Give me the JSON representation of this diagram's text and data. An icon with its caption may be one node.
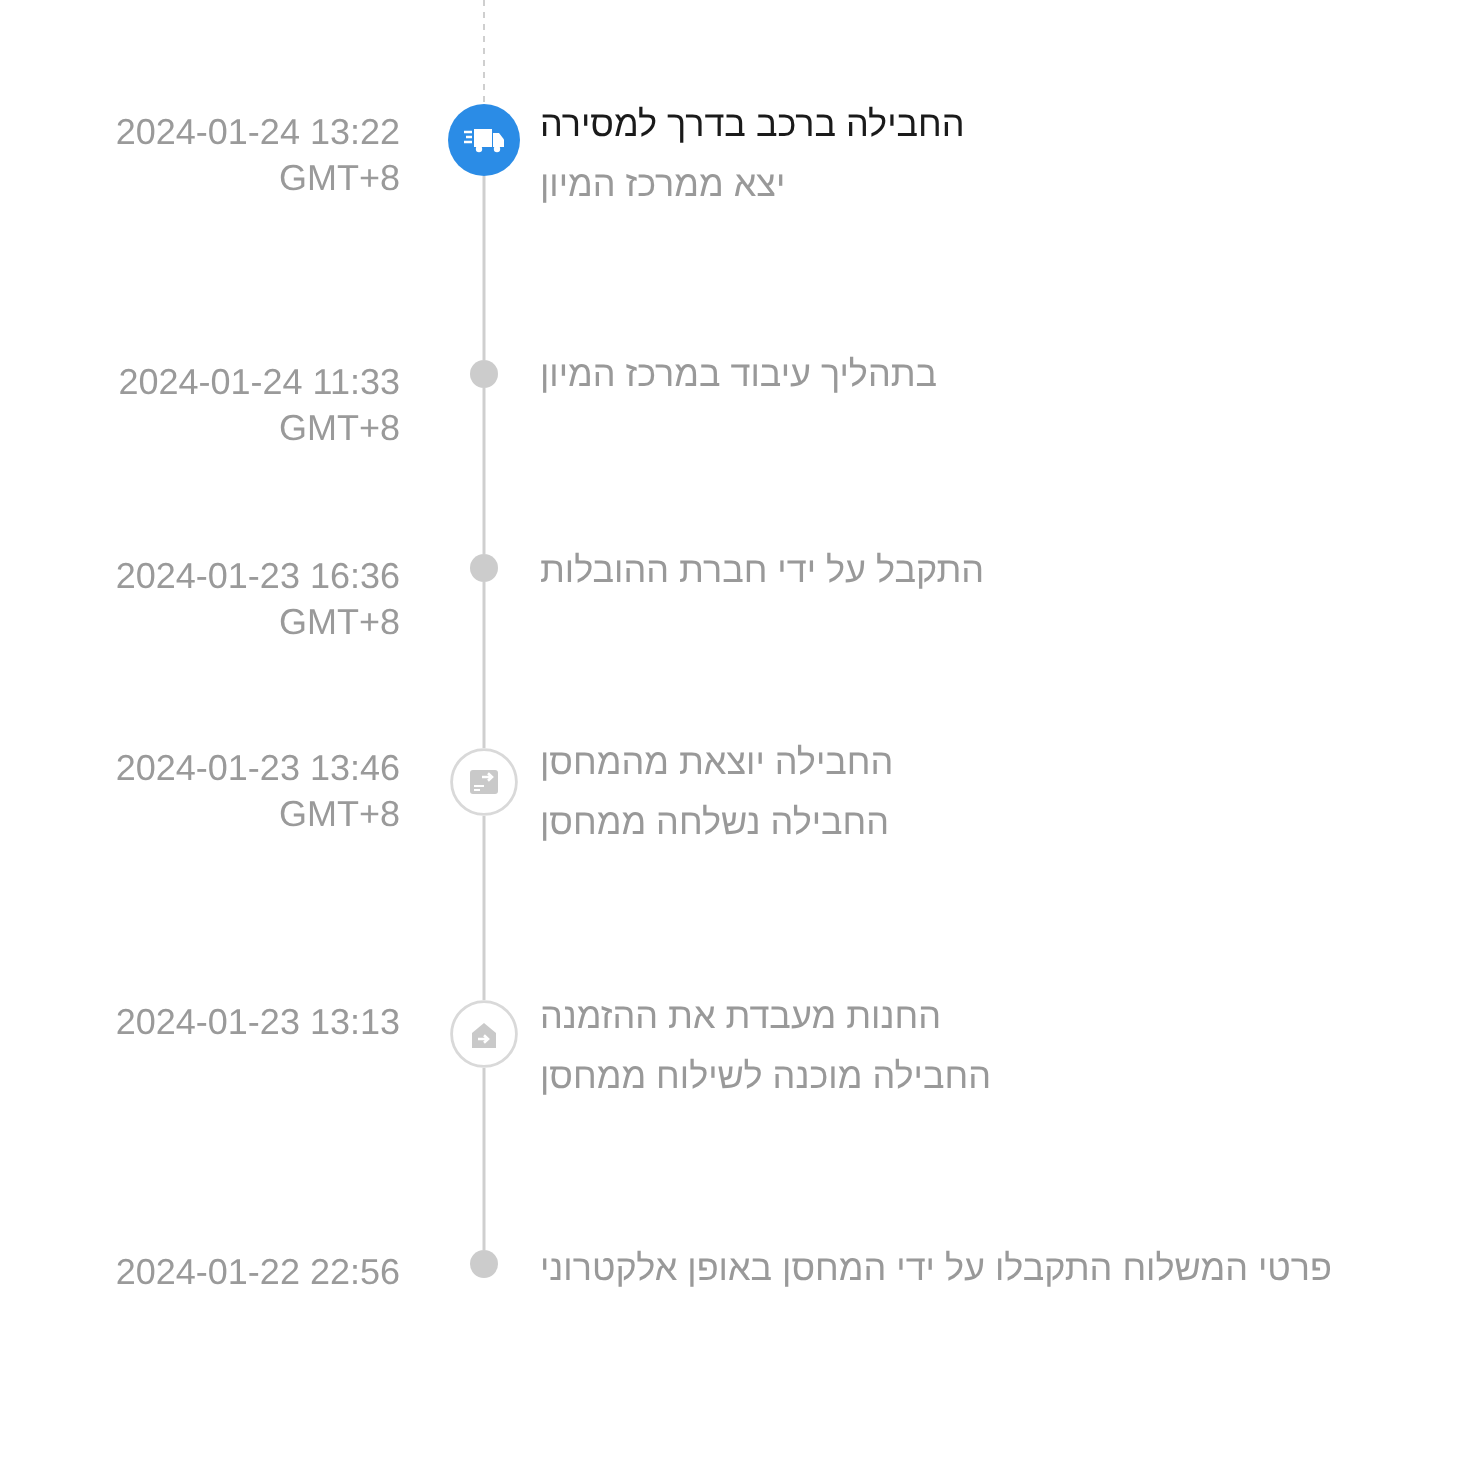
{
  "diagram": {
    "nodes": [
      {
        "text": [],
        "shape": "circle",
        "beside": [
          "2024-01-24 13:22 GMT+8",
          "החבילה ברכב בדרך למסירה",
          "יצא ממרכז המיון"
        ]
      },
      {
        "text": [],
        "shape": "circle",
        "beside": [
          "2024-01-24 11:33 GMT+8",
          "בתהליך עיבוד במרכז המיון"
        ]
      },
      {
        "text": [],
        "shape": "circle",
        "beside": [
          "2024-01-23 16:36 GMT+8",
          "התקבל על ידי חברת ההובלות"
        ]
      },
      {
        "text": [],
        "shape": "circle",
        "beside": [
          "2024-01-23 13:46 GMT+8",
          "החבילה יוצאת מהמחסן",
          "החבילה נשלחה ממחסן"
        ]
      },
      {
        "text": [],
        "shape": "circle",
        "beside": [
          "2024-01-23 13:13",
          "החנות מעבדת את ההזמנה",
          "החבילה מוכנה לשילוח ממחסן"
        ]
      },
      {
        "text": [],
        "shape": "circle",
        "beside": [
          "2024-01-22 22:56",
          "פרטי המשלוח התקבלו על ידי המחסן באופן אלקטרוני"
        ]
      }
    ],
    "edges": [
      {
        "from": null,
        "to": 0,
        "arrow": "none",
        "style": "dashed"
      },
      {
        "from": 0,
        "to": 1,
        "arrow": "none"
      },
      {
        "from": 1,
        "to": 2,
        "arrow": "none"
      },
      {
        "from": 2,
        "to": 3,
        "arrow": "none"
      },
      {
        "from": 3,
        "to": 4,
        "arrow": "none"
      },
      {
        "from": 4,
        "to": 5,
        "arrow": "none"
      }
    ]
  }
}
